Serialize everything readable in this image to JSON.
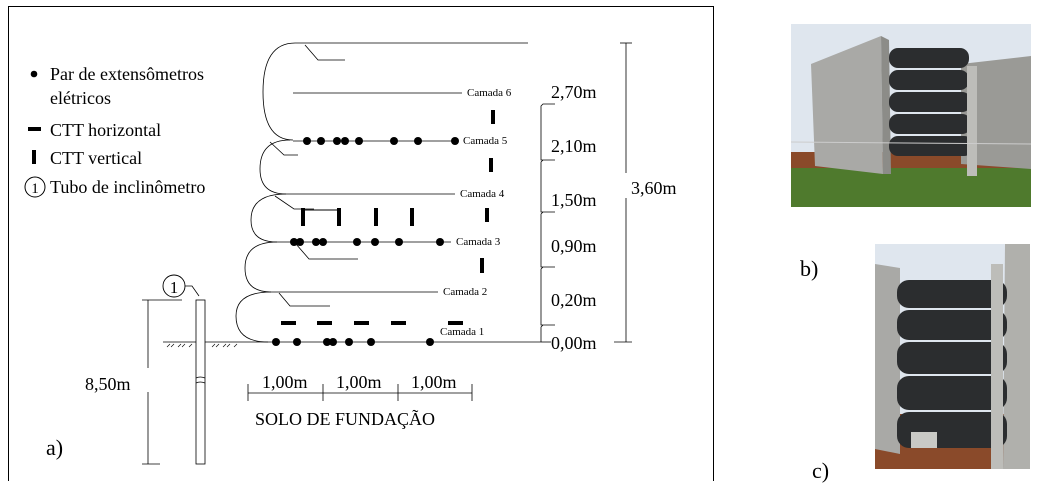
{
  "panels": {
    "a": "a)",
    "b": "b)",
    "c": "c)"
  },
  "legend": {
    "items": [
      {
        "icon": "strain-gauge-pair-dot-icon",
        "lines": [
          "Par de extensômetros",
          "elétricos"
        ]
      },
      {
        "icon": "ctt-horizontal-dash-icon",
        "lines": [
          "CTT horizontal"
        ]
      },
      {
        "icon": "ctt-vertical-bar-icon",
        "lines": [
          "CTT vertical"
        ]
      },
      {
        "icon": "inclinometer-tube-circle-icon",
        "marker": "1",
        "lines": [
          "Tubo de inclinômetro"
        ]
      }
    ]
  },
  "layers": [
    "Camada 1",
    "Camada 2",
    "Camada 3",
    "Camada 4",
    "Camada 5",
    "Camada 6"
  ],
  "elevations": [
    "2,70m",
    "2,10m",
    "1,50m",
    "0,90m",
    "0,20m",
    "0,00m"
  ],
  "total_height": "3,60m",
  "inclinometer": {
    "marker": "1",
    "depth": "8,50m"
  },
  "spacing": [
    "1,00m",
    "1,00m",
    "1,00m"
  ],
  "foundation_label": "SOLO DE FUNDAÇÃO",
  "colors": {
    "ink": "#000000",
    "concrete": "#a9a9a6",
    "geotextile": "#2b2d2f",
    "sky": "#dfe6ee",
    "grass": "#4f7a2d",
    "soil": "#8a4a2a"
  }
}
